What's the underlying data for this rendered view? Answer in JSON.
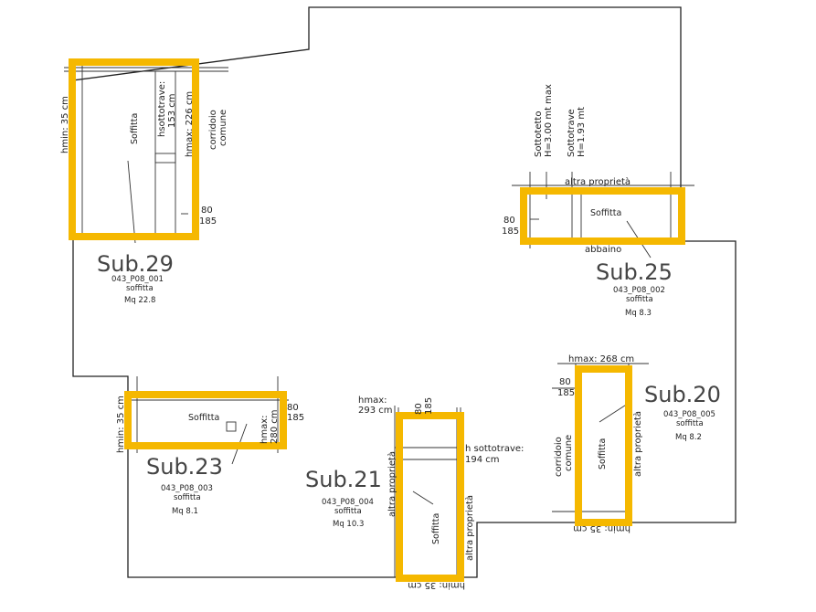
{
  "units": {
    "sub29": {
      "title": "Sub.29",
      "code": "043_P08_001",
      "use": "soffitta",
      "area": "Mq 22.8",
      "room_label": "Soffitta",
      "hmin": "hmin: 35 cm",
      "hsottotrave": "hsottotrave:",
      "hsottotrave_val": "153 cm",
      "hmax": "hmax: 226 cm",
      "corridor_1": "corridoio",
      "corridor_2": "comune",
      "dim_1": "80",
      "dim_2": "185"
    },
    "sub25": {
      "title": "Sub.25",
      "code": "043_P08_002",
      "use": "soffitta",
      "area": "Mq 8.3",
      "room_label": "Soffitta",
      "sottotetto": "Sottotetto",
      "sottotetto_h": "H=3.00 mt max",
      "sottotrave": "Sottotrave",
      "sottotrave_h": "H=1.93 mt",
      "altra_proprieta": "altra proprietà",
      "abbaino": "abbaino",
      "dim_1": "80",
      "dim_2": "185"
    },
    "sub23": {
      "title": "Sub.23",
      "code": "043_P08_003",
      "use": "soffitta",
      "area": "Mq 8.1",
      "room_label": "Soffitta",
      "hmin": "hmin: 35 cm",
      "hmax_1": "hmax:",
      "hmax_2": "280 cm",
      "dim_1": "80",
      "dim_2": "185"
    },
    "sub21": {
      "title": "Sub.21",
      "code": "043_P08_004",
      "use": "soffitta",
      "area": "Mq 10.3",
      "room_label": "Soffitta",
      "hmax_1": "hmax:",
      "hmax_2": "293 cm",
      "dim_1": "80",
      "dim_2": "185",
      "h_sottotrave": "h sottotrave:",
      "h_sottotrave_val": "194 cm",
      "altra_left": "altra proprietà",
      "altra_right": "altra proprietà",
      "hmin": "hmin: 35 cm"
    },
    "sub20": {
      "title": "Sub.20",
      "code": "043_P08_005",
      "use": "soffitta",
      "area": "Mq 8.2",
      "room_label": "Soffitta",
      "hmax": "hmax: 268 cm",
      "dim_1": "80",
      "dim_2": "185",
      "corridor_1": "corridoio",
      "corridor_2": "comune",
      "altra": "altra proprietà",
      "hmin": "hmin: 35 cm"
    }
  },
  "highlight_color": "#F5B800"
}
